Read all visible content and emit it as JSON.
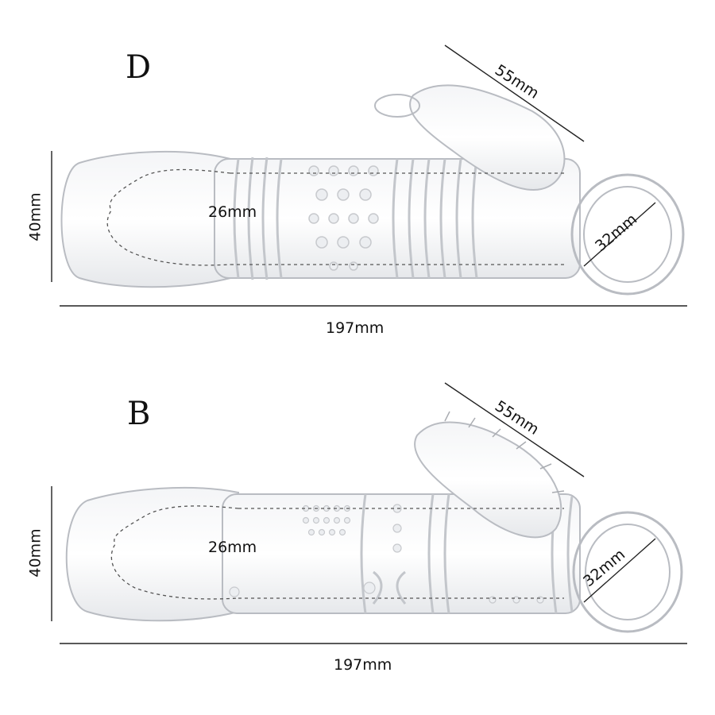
{
  "panels": [
    {
      "variant": "D",
      "length": "197mm",
      "height": "40mm",
      "inner_diameter": "26mm",
      "ring_diameter": "32mm",
      "stimulator_length": "55mm"
    },
    {
      "variant": "B",
      "length": "197mm",
      "height": "40mm",
      "inner_diameter": "26mm",
      "ring_diameter": "32mm",
      "stimulator_length": "55mm"
    }
  ],
  "colors": {
    "outline": "#b9bcc2",
    "shade": "#e3e5e8",
    "dim_line": "#222222",
    "dashed": "#555555"
  }
}
